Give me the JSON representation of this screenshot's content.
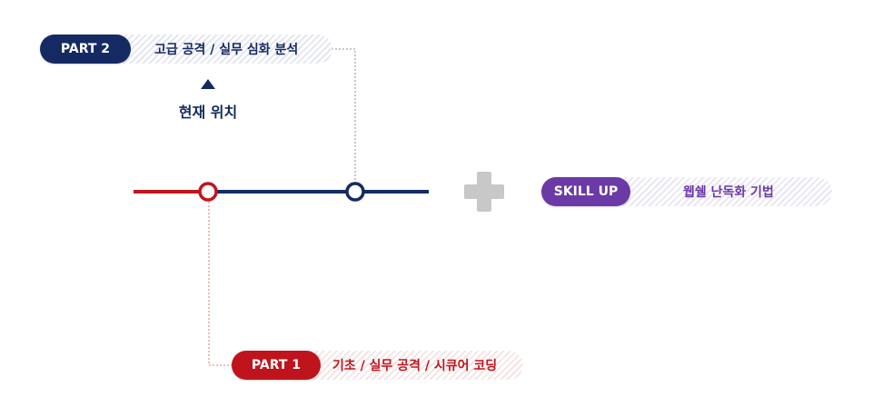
{
  "part2": {
    "badge": "PART 2",
    "label": "고급 공격 / 실무 심화 분석"
  },
  "current_position": {
    "label": "현재 위치"
  },
  "skill_up": {
    "badge": "SKILL UP",
    "label": "웹쉘 난독화 기법"
  },
  "part1": {
    "badge": "PART 1",
    "label": "기초 / 실무 공격 / 시큐어 코딩"
  },
  "icons": {
    "marker": "triangle-up-icon",
    "plus": "plus-icon"
  },
  "colors": {
    "navy": "#152a63",
    "red": "#c0141c",
    "purple": "#6b3aa6",
    "gray": "#c8c8c8"
  }
}
